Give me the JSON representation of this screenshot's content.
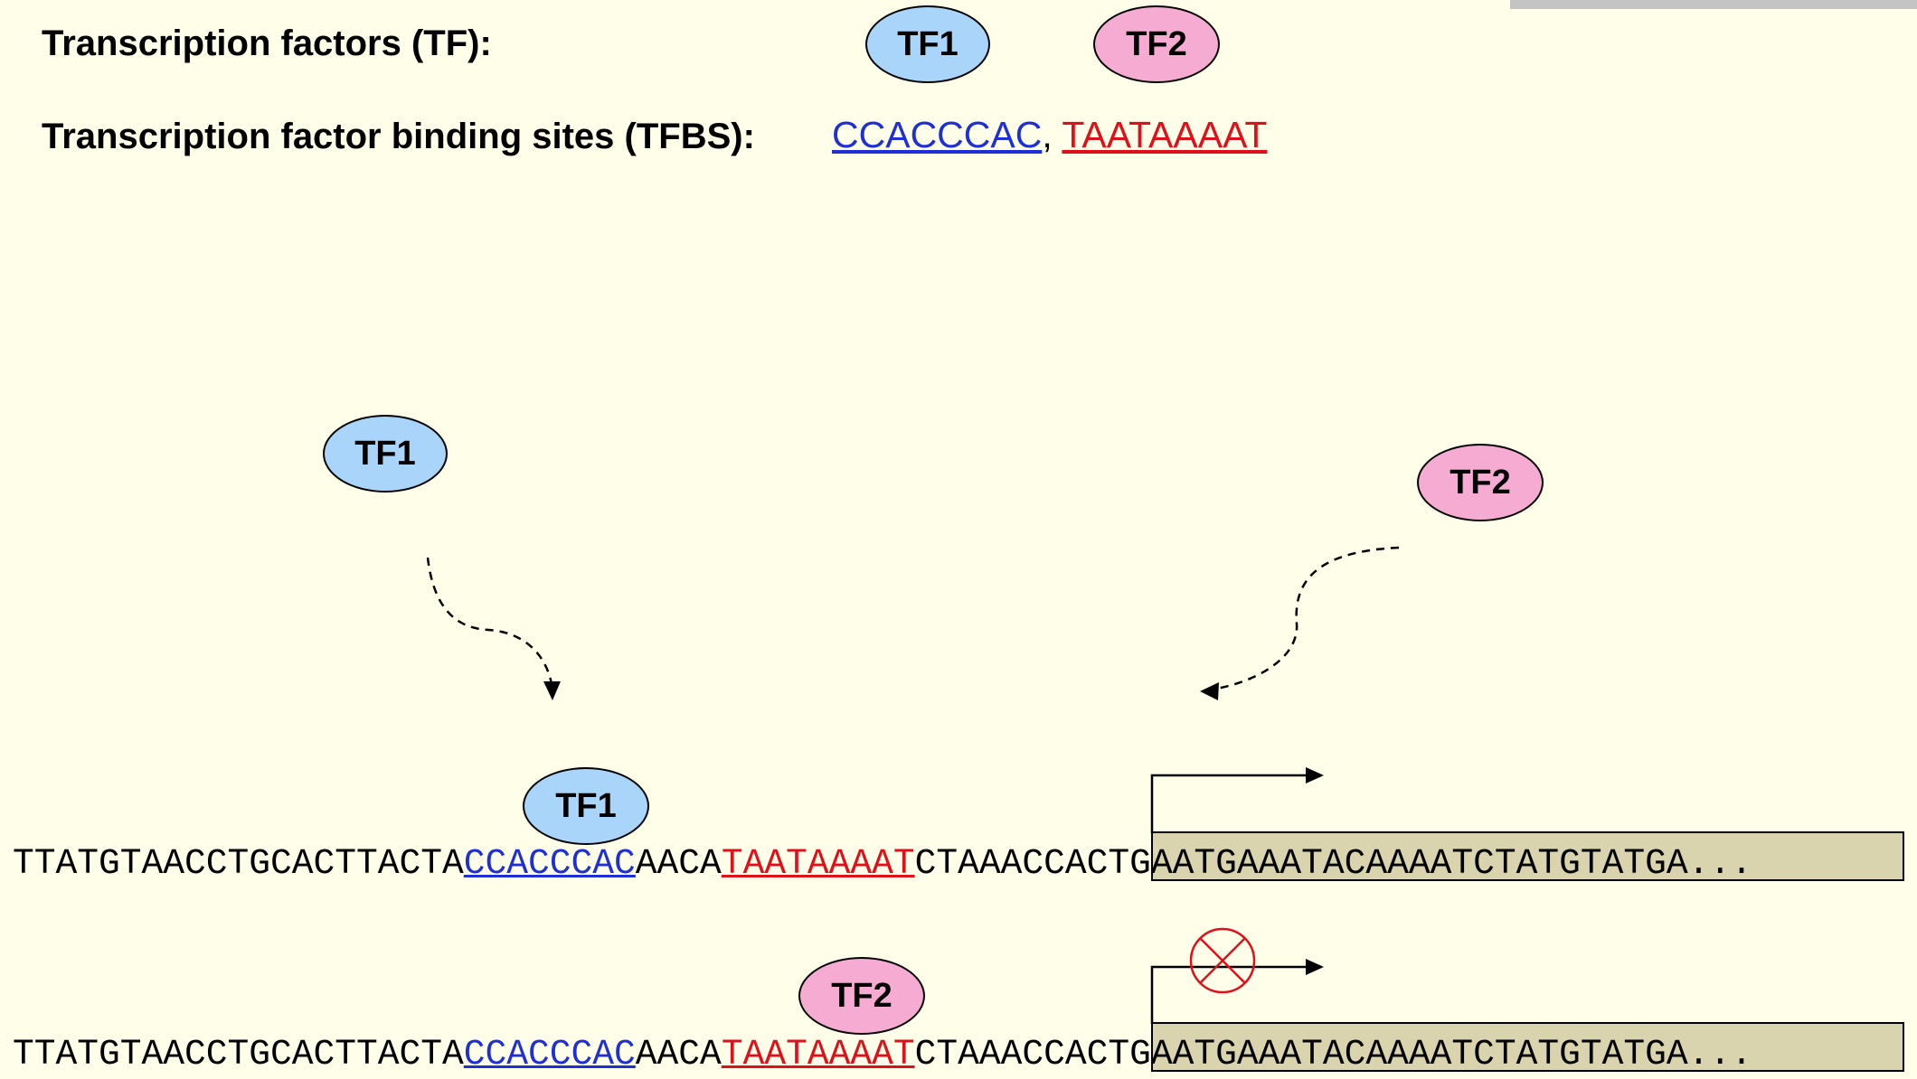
{
  "legend": {
    "tf_heading": "Transcription factors (TF):",
    "tfbs_heading": "Transcription factor binding sites (TFBS):",
    "tf1_label": "TF1",
    "tf2_label": "TF2",
    "site1": "CCACCCAC",
    "separator": ", ",
    "site2": "TAATAAAAT"
  },
  "free_factors": {
    "tf1_label": "TF1",
    "tf2_label": "TF2"
  },
  "sequence_rows": [
    {
      "bound_label": "TF1",
      "prefix": "TTATGTAACCTGCACTTACTA",
      "site1": "CCACCCAC",
      "spacer": "AACA",
      "site2": "TAATAAAAT",
      "pre_gene": "CTAAACCA",
      "gene": "CTGAATGAAATACAAAATCTATGTATGA..."
    },
    {
      "bound_label": "TF2",
      "prefix": "TTATGTAACCTGCACTTACTA",
      "site1": "CCACCCAC",
      "spacer": "AACA",
      "site2": "TAATAAAAT",
      "pre_gene": "CTAAACCA",
      "gene": "CTGAATGAAATACAAAATCTATGTATGA..."
    }
  ],
  "colors": {
    "tf1_fill": "#a9d5fb",
    "tf2_fill": "#f6abd2",
    "site1_text": "#1f2fd8",
    "site2_text": "#e0101a",
    "gene_box": "#d9d4ae",
    "blocked_symbol": "#e0101a",
    "background": "#fefee9"
  },
  "icons": {
    "transcription_start": "bent-arrow-icon",
    "blocked": "circle-x-icon",
    "binding_path": "dashed-curved-arrow-icon"
  }
}
